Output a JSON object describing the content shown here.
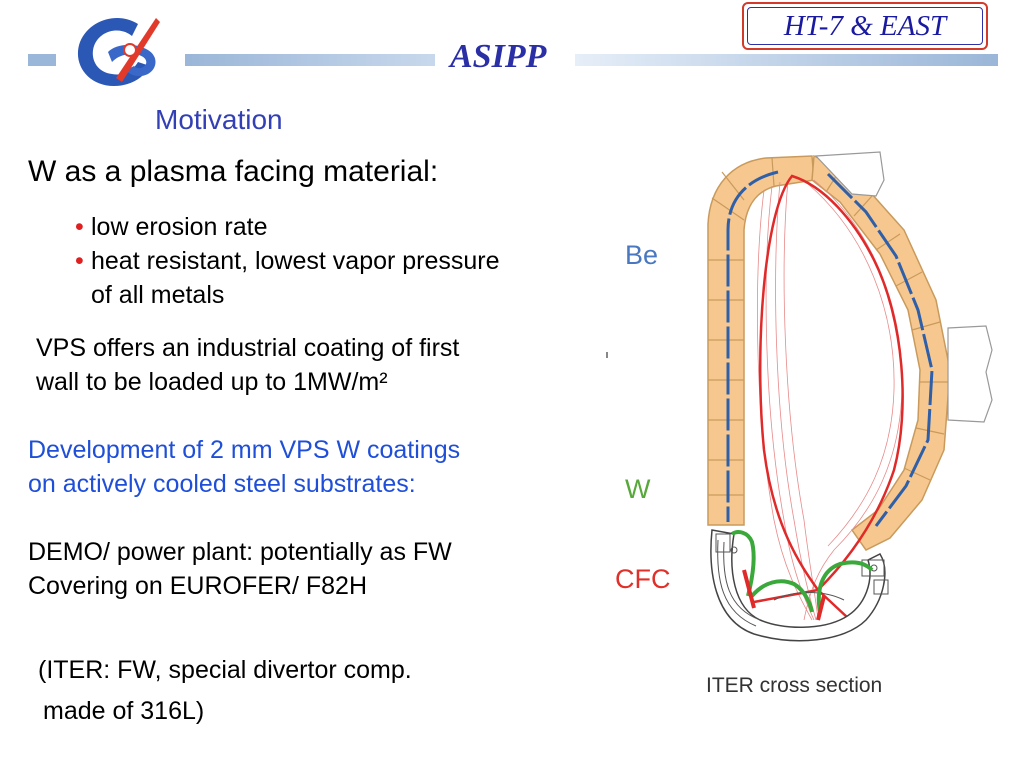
{
  "header": {
    "org": "ASIPP",
    "badge": "HT-7 & EAST",
    "colors": {
      "bar": "#9ab6d8",
      "org_text": "#2b2fa6",
      "badge_border": "#d23a2a"
    }
  },
  "slide": {
    "section_title": "Motivation",
    "heading": "W as a plasma facing material:",
    "bullets": [
      {
        "lines": [
          "low erosion rate"
        ]
      },
      {
        "lines": [
          "heat resistant, lowest vapor pressure",
          "of all metals"
        ]
      }
    ],
    "vps": [
      "VPS offers an industrial coating of first",
      "wall to be loaded up to 1MW/m²"
    ],
    "development": [
      "Development of 2 mm VPS W coatings",
      "on actively cooled steel substrates:"
    ],
    "demo": [
      "DEMO/ power plant: potentially as FW",
      "Covering on EUROFER/ F82H"
    ],
    "iter_note": [
      "(ITER: FW, special divertor comp.",
      "made of 316L)"
    ]
  },
  "figure": {
    "labels": {
      "be": "Be",
      "w": "W",
      "cfc": "CFC"
    },
    "caption": "ITER cross section",
    "colors": {
      "be": "#4a78c0",
      "w": "#58a83a",
      "cfc": "#e0302a",
      "tiles": "#f6c88f"
    }
  }
}
